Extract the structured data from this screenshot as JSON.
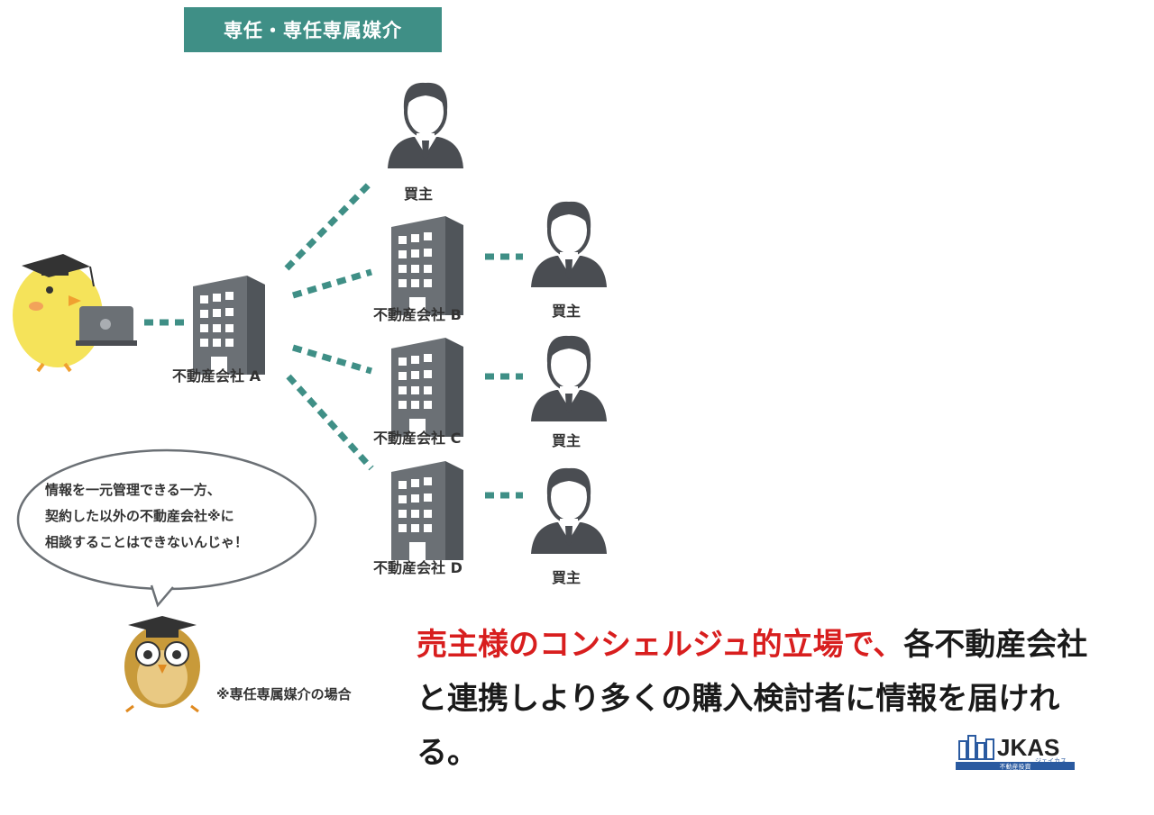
{
  "header": {
    "title": "専任・専任専属媒介"
  },
  "nodes": {
    "company_a": "不動産会社 A",
    "company_b": "不動産会社 B",
    "company_c": "不動産会社 C",
    "company_d": "不動産会社 D",
    "buyer": "買主"
  },
  "bubble": {
    "line1": "情報を一元管理できる一方、",
    "line2": "契約した以外の不動産会社※に",
    "line3": "相談することはできないんじゃ！"
  },
  "note": "※専任専属媒介の場合",
  "message": {
    "highlight": "売主様のコンシェルジュ的立場で、",
    "rest": "各不動産会社と連携しより多くの購入検討者に情報を届けれる。"
  },
  "logo": {
    "name": "JKAS",
    "kana": "ジェイカス",
    "sub": "不動産投資"
  },
  "colors": {
    "teal": "#3f8f86",
    "building": "#6b7075",
    "person": "#4a4d52",
    "red": "#d81e1e"
  }
}
